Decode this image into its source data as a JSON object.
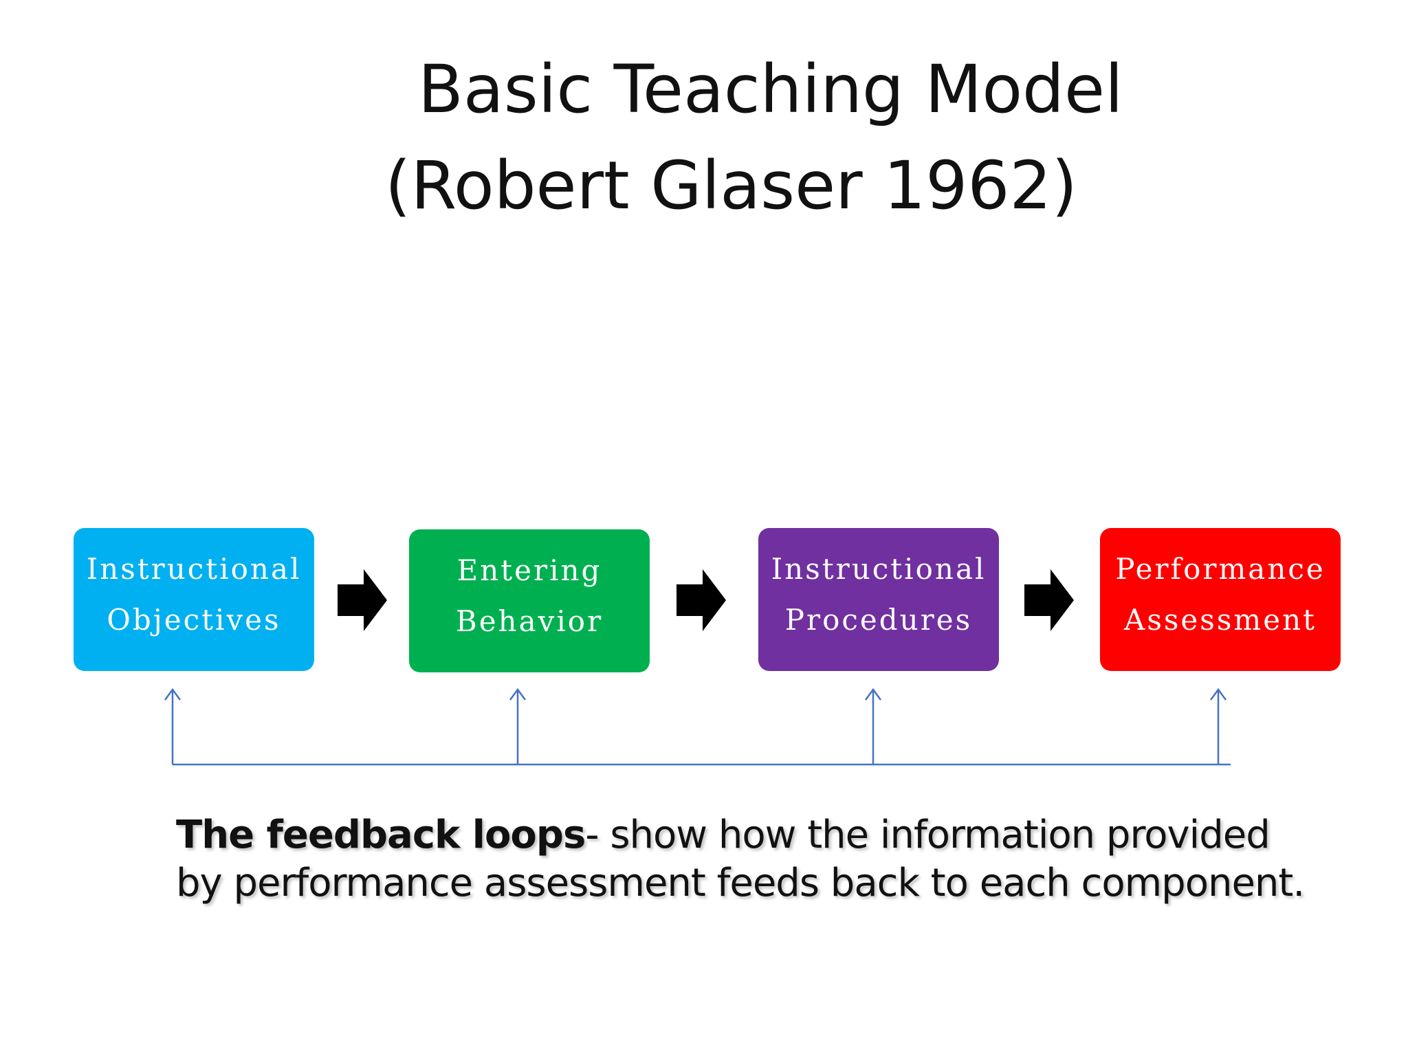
{
  "slide": {
    "title_line1": "Basic Teaching Model",
    "title_line2": "(Robert Glaser 1962)"
  },
  "diagram": {
    "components": [
      {
        "line1": "Instructional",
        "line2": "Objectives",
        "color": "#00b0f0"
      },
      {
        "line1": "Entering",
        "line2": "Behavior",
        "color": "#00b050"
      },
      {
        "line1": "Instructional",
        "line2": "Procedures",
        "color": "#7030a0"
      },
      {
        "line1": "Performance",
        "line2": "Assessment",
        "color": "#ff0000"
      }
    ],
    "arrow_color": "#000000",
    "feedback_line_color": "#4472c4"
  },
  "caption": {
    "bold_text": "The feedback loops",
    "text": "- show how the information provided by performance assessment feeds back to each component."
  }
}
